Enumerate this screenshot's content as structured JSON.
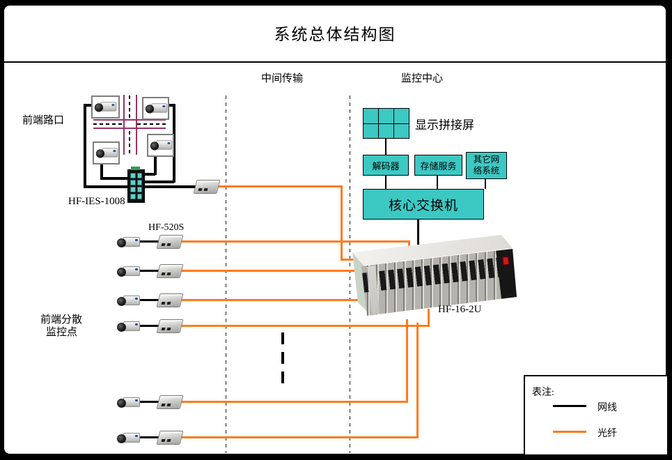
{
  "title": "系统总体结构图",
  "sections": {
    "transmission": "中间传输",
    "monitor_center": "监控中心"
  },
  "front_end": {
    "intersection_label": "前端路口",
    "switch_model": "HF-IES-1008",
    "converter_model": "HF-520S",
    "scattered_line1": "前端分散",
    "scattered_line2": "监控点"
  },
  "center": {
    "display_wall": "显示拼接屏",
    "decoder": "解码器",
    "storage": "存储服务",
    "other_net_line1": "其它网",
    "other_net_line2": "络系统",
    "core_switch": "核心交换机",
    "rack_model": "HF-16-2U"
  },
  "legend": {
    "title": "表注:",
    "items": [
      {
        "label": "网线",
        "color": "#000000"
      },
      {
        "label": "光纤",
        "color": "#ff7b1c"
      }
    ]
  },
  "colors": {
    "device_fill": "#3cc8c3",
    "fiber": "#ff7b1c",
    "cable": "#000000",
    "road": "#993366"
  }
}
